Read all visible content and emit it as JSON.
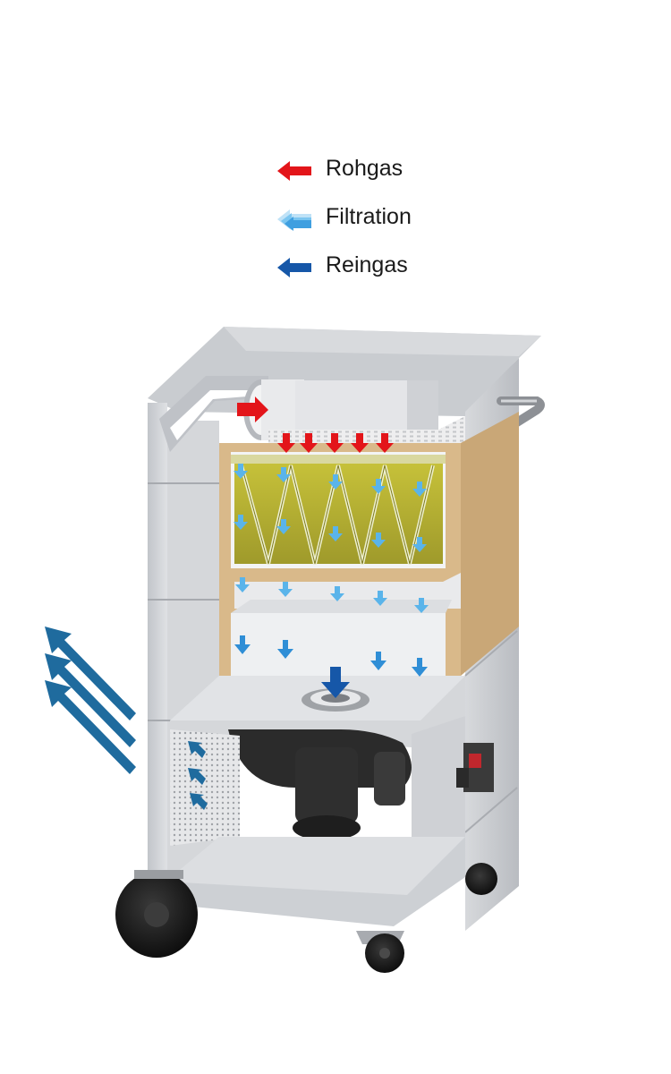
{
  "legend": {
    "items": [
      {
        "label": "Rohgas",
        "color": "#e3151a",
        "icon": "red-arrow-icon"
      },
      {
        "label": "Filtration",
        "color": "#5ab4ea",
        "icon": "light-blue-arrow-icon"
      },
      {
        "label": "Reingas",
        "color": "#1657a8",
        "icon": "dark-blue-arrow-icon"
      }
    ]
  },
  "colors": {
    "rohgas": "#e3151a",
    "filtration": "#5ab4ea",
    "reingas": "#1657a8",
    "exhaust": "#1f6b9e",
    "frame": "#c9ccd0",
    "filter_media": "#b3ad33",
    "filter_frame": "#d9b98a"
  }
}
